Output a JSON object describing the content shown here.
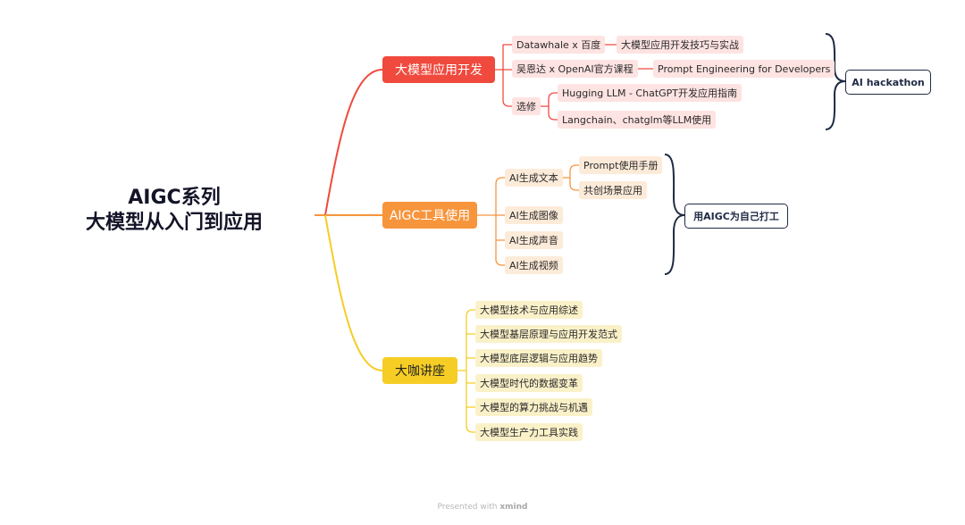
{
  "root": {
    "line1": "AIGC系列",
    "line2": "大模型从入门到应用"
  },
  "branches": {
    "dev": {
      "title": "大模型应用开发",
      "color": "#f04a3e",
      "items": {
        "datawhale": "Datawhale x 百度",
        "datawhale_child": "大模型应用开发技巧与实战",
        "wuenda": "吴恩达 x OpenAI官方课程",
        "wuenda_child": "Prompt Engineering for Developers",
        "elective": "选修",
        "elective_child1": "Hugging LLM - ChatGPT开发应用指南",
        "elective_child2": "Langchain、chatglm等LLM使用"
      },
      "summary": "AI hackathon"
    },
    "tools": {
      "title": "AIGC工具使用",
      "color": "#f7953c",
      "items": {
        "text": "AI生成文本",
        "text_child1": "Prompt使用手册",
        "text_child2": "共创场景应用",
        "image": "AI生成图像",
        "audio": "AI生成声音",
        "video": "AI生成视频"
      },
      "summary": "用AIGC为自己打工"
    },
    "talks": {
      "title": "大咖讲座",
      "color": "#f5cd25",
      "items": [
        "大模型技术与应用综述",
        "大模型基层原理与应用开发范式",
        "大模型底层逻辑与应用趋势",
        "大模型时代的数据变革",
        "大模型的算力挑战与机遇",
        "大模型生产力工具实践"
      ]
    }
  },
  "footer": {
    "prefix": "Presented with",
    "brand": "xmind"
  }
}
